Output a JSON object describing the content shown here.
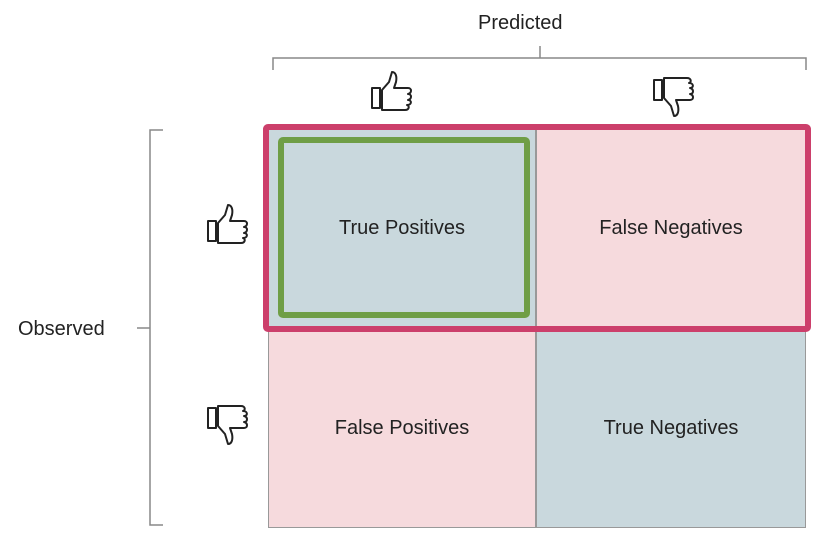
{
  "labels": {
    "predicted": "Predicted",
    "observed": "Observed"
  },
  "cells": {
    "true_positives": "True Positives",
    "false_negatives": "False Negatives",
    "false_positives": "False Positives",
    "true_negatives": "True Negatives"
  },
  "icons": {
    "predicted_positive": "thumbs-up-icon",
    "predicted_negative": "thumbs-down-icon",
    "observed_positive": "thumbs-up-icon",
    "observed_negative": "thumbs-down-icon"
  },
  "colors": {
    "positive_cell": "#c9d8dd",
    "negative_cell": "#f6dadd",
    "row_highlight": "#cc3f6b",
    "cell_highlight": "#6f9e46",
    "bracket": "#888888"
  }
}
